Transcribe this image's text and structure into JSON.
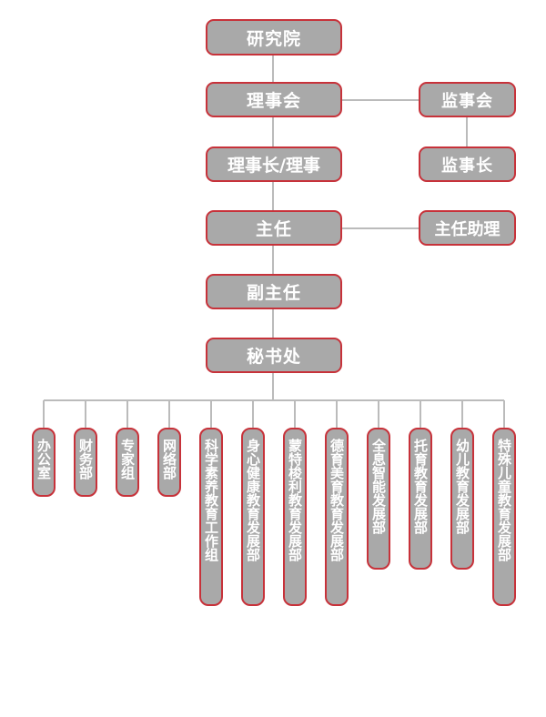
{
  "main_chain": [
    "研究院",
    "理事会",
    "理事长/理事",
    "主任",
    "副主任",
    "秘书处"
  ],
  "side_nodes": {
    "supervisory_board": "监事会",
    "chief_supervisor": "监事长",
    "director_assistant": "主任助理"
  },
  "departments": [
    "办公室",
    "财务部",
    "专家组",
    "网络部",
    "科学素养教育工作组",
    "身心健康教育发展部",
    "蒙特梭利教育发展部",
    "德育美育教育发展部",
    "全息智能发展部",
    "托育教育发展部",
    "幼儿教育发展部",
    "特殊儿童教育发展部"
  ],
  "colors": {
    "box_fill": "#a9a9a9",
    "box_border": "#c7323a",
    "line": "#bbbbbb",
    "text": "#ffffff"
  }
}
